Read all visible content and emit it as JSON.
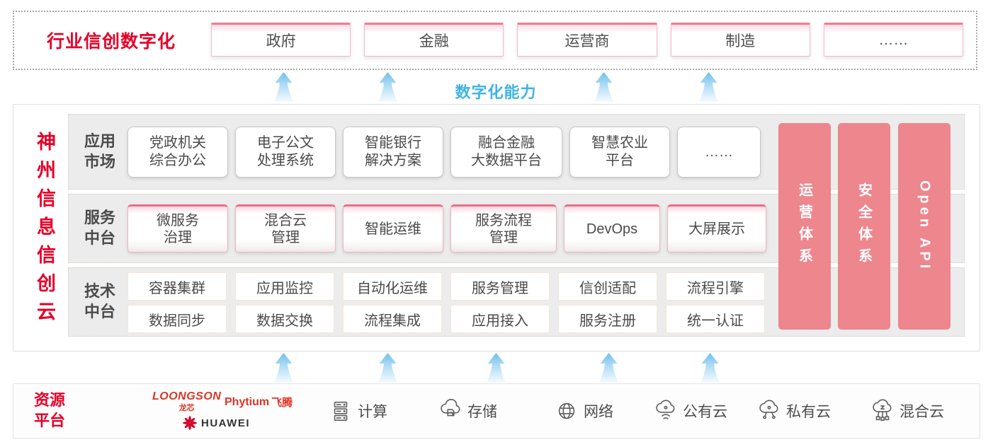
{
  "colors": {
    "brand_red": "#e60028",
    "accent_blue": "#3eb3e8",
    "bar_pink": "#ed868d"
  },
  "top_banner": {
    "title": "行业信创数字化",
    "industries": [
      "政府",
      "金融",
      "运营商",
      "制造",
      "……"
    ]
  },
  "capability_label": "数字化能力",
  "platform": {
    "title": "神州信息信创云",
    "app_row": {
      "label": "应用\n市场",
      "items": [
        "党政机关\n综合办公",
        "电子公文\n处理系统",
        "智能银行\n解决方案",
        "融合金融\n大数据平台",
        "智慧农业\n平台",
        "……"
      ]
    },
    "service_row": {
      "label": "服务\n中台",
      "items": [
        "微服务\n治理",
        "混合云\n管理",
        "智能运维",
        "服务流程\n管理",
        "DevOps",
        "大屏展示"
      ]
    },
    "tech_row": {
      "label": "技术\n中台",
      "items_top": [
        "容器集群",
        "应用监控",
        "自动化运维",
        "服务管理",
        "信创适配",
        "流程引擎"
      ],
      "items_bottom": [
        "数据同步",
        "数据交换",
        "流程集成",
        "应用接入",
        "服务注册",
        "统一认证"
      ]
    },
    "side_bars": [
      "运营体系",
      "安全体系",
      "Open API"
    ]
  },
  "resources": {
    "title": "资源\n平台",
    "logos": {
      "loongson": "LOONGSON",
      "loongson_sub": "龙芯",
      "phytium": "Phytium",
      "phytium_sub": "飞腾",
      "huawei": "HUAWEI"
    },
    "items": [
      {
        "icon": "compute-icon",
        "label": "计算"
      },
      {
        "icon": "storage-icon",
        "label": "存储"
      },
      {
        "icon": "network-icon",
        "label": "网络"
      },
      {
        "icon": "public-cloud-icon",
        "label": "公有云"
      },
      {
        "icon": "private-cloud-icon",
        "label": "私有云"
      },
      {
        "icon": "hybrid-cloud-icon",
        "label": "混合云"
      }
    ]
  }
}
